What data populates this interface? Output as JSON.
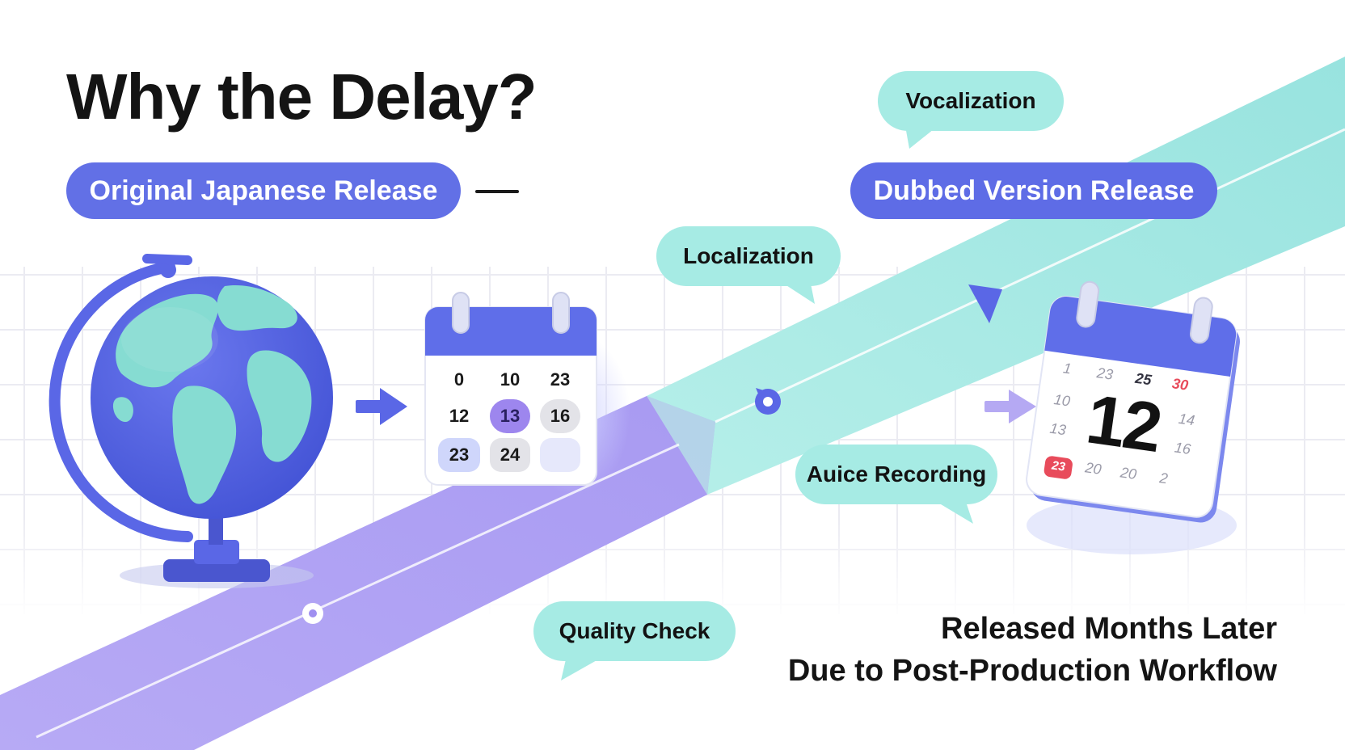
{
  "title": "Why the Delay?",
  "labels": {
    "original_release": "Original Japanese Release",
    "dubbed_release": "Dubbed Version Release"
  },
  "steps": {
    "vocalization": "Vocalization",
    "localization": "Localization",
    "recording": "Auice Recording",
    "quality_check": "Quality Check"
  },
  "caption": {
    "line1": "Released Months Later",
    "line2": "Due to Post-Production Workflow"
  },
  "calendar_left": {
    "row1": [
      "0",
      "10",
      "23"
    ],
    "row2": [
      "12",
      "13",
      "16"
    ],
    "row3": [
      "23",
      "24",
      ""
    ]
  },
  "calendar_right": {
    "big_date": "12",
    "top_row": [
      "1",
      "23",
      "25",
      "30"
    ],
    "left_col": [
      "10",
      "13"
    ],
    "right_col": [
      "14",
      "16"
    ],
    "bottom_row": [
      "23",
      "20",
      "20",
      "2"
    ]
  },
  "icons": {
    "globe": "globe-icon",
    "calendar_original": "calendar-icon",
    "calendar_dubbed": "calendar-icon",
    "arrow": "arrow-right-icon"
  },
  "colors": {
    "pill_blue": "#6270e6",
    "bubble_teal": "#a6ebe4",
    "band_purple": "#ab9df2",
    "band_teal": "#a4e6e4",
    "text_dark": "#141414",
    "highlight_red": "#e84b5b"
  }
}
